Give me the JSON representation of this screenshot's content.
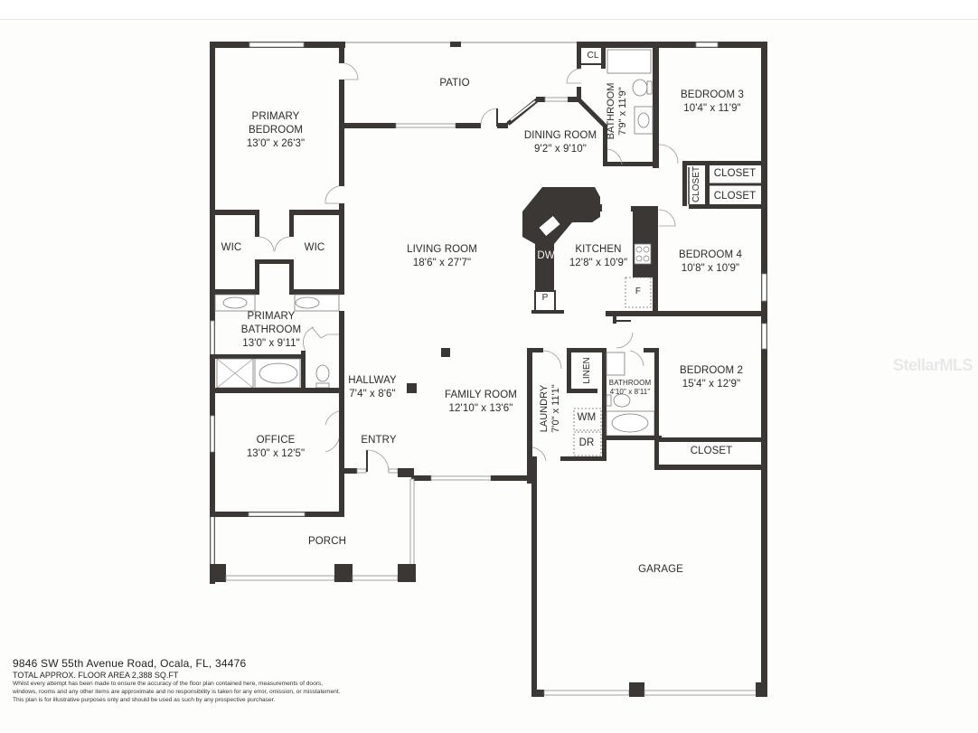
{
  "floorplan": {
    "rooms": {
      "patio": {
        "name": "PATIO"
      },
      "primary_bedroom": {
        "name1": "PRIMARY",
        "name2": "BEDROOM",
        "dims": "13'0\" x 26'3\""
      },
      "dining_room": {
        "name": "DINING ROOM",
        "dims": "9'2\" x 9'10\""
      },
      "closet_cl": {
        "name": "CL"
      },
      "bathroom_top": {
        "name": "BATHROOM",
        "dims": "7'9\" x 11'9\""
      },
      "bedroom3": {
        "name": "BEDROOM 3",
        "dims": "10'4\" x 11'9\""
      },
      "closet_v": {
        "name": "CLOSET"
      },
      "closet_a": {
        "name": "CLOSET"
      },
      "closet_b": {
        "name": "CLOSET"
      },
      "wic_left": {
        "name": "WIC"
      },
      "wic_right": {
        "name": "WIC"
      },
      "living_room": {
        "name": "LIVING ROOM",
        "dims": "18'6\" x 27'7\""
      },
      "kitchen": {
        "name": "KITCHEN",
        "dims": "12'8\" x 10'9\""
      },
      "dw": {
        "name": "DW"
      },
      "pantry": {
        "name": "P"
      },
      "fridge": {
        "name": "F"
      },
      "bedroom4": {
        "name": "BEDROOM 4",
        "dims": "10'8\" x 10'9\""
      },
      "primary_bathroom": {
        "name1": "PRIMARY",
        "name2": "BATHROOM",
        "dims": "13'0\" x 9'11\""
      },
      "hallway": {
        "name": "HALLWAY",
        "dims": "7'4\" x 8'6\""
      },
      "family_room": {
        "name": "FAMILY ROOM",
        "dims": "12'10\" x 13'6\""
      },
      "laundry": {
        "name": "LAUNDRY",
        "dims": "7'0\" x 11'1\""
      },
      "linen": {
        "name": "LINEN"
      },
      "wm": {
        "name": "WM"
      },
      "dr": {
        "name": "DR"
      },
      "bathroom2": {
        "name": "BATHROOM",
        "dims": "4'10\" x 8'11\""
      },
      "bedroom2": {
        "name": "BEDROOM 2",
        "dims": "15'4\" x 12'9\""
      },
      "closet_bed2": {
        "name": "CLOSET"
      },
      "office": {
        "name": "OFFICE",
        "dims": "13'0\" x 12'5\""
      },
      "entry": {
        "name": "ENTRY"
      },
      "porch": {
        "name": "PORCH"
      },
      "garage": {
        "name": "GARAGE"
      }
    }
  },
  "footer": {
    "address": "9846 SW 55th Avenue Road, Ocala, FL, 34476",
    "total_area": "TOTAL APPROX. FLOOR AREA 2,388 SQ.FT",
    "disclaimer1": "Whilst every attempt has been made to ensure the accuracy of the floor plan contained here, measurements of doors,",
    "disclaimer2": "windows, rooms and any other items are approximate and no responsibility is taken for any error, omission, or misstatement.",
    "disclaimer3": "This plan is for illustrative purposes only and should be used as such by any prospective purchaser."
  },
  "watermark": "StellarMLS"
}
